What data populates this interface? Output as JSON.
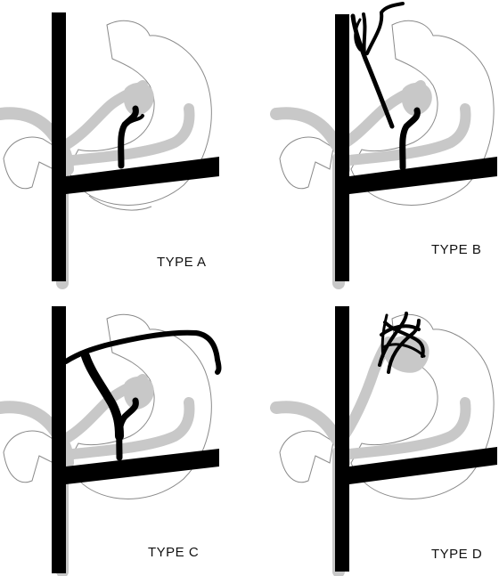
{
  "colors": {
    "background": "#ffffff",
    "vessel_dark": "#000000",
    "vessel_light": "#c8c8c8",
    "organ_outline": "#8a8a8a"
  },
  "panels": [
    {
      "id": "a",
      "label": "TYPE A"
    },
    {
      "id": "b",
      "label": "TYPE B"
    },
    {
      "id": "c",
      "label": "TYPE C"
    },
    {
      "id": "d",
      "label": "TYPE D"
    }
  ]
}
